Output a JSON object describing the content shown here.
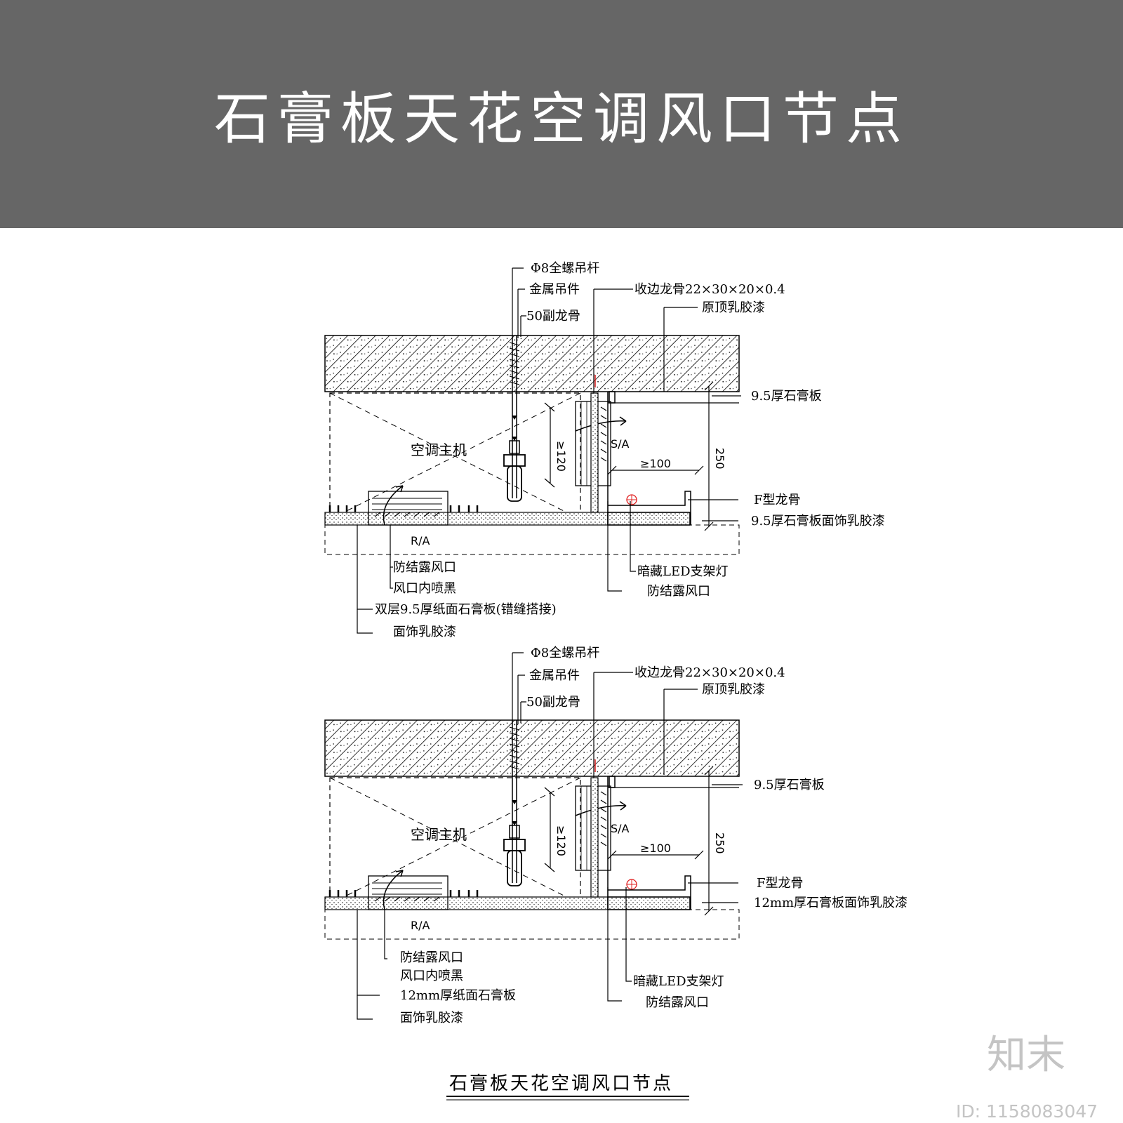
{
  "banner": {
    "title": "石膏板天花空调风口节点"
  },
  "detail_top": {
    "labels": {
      "rod": "Φ8全螺吊杆",
      "hanger": "金属吊件",
      "sub_keel": "50副龙骨",
      "edge_keel": "收边龙骨22×30×20×0.4",
      "orig_paint": "原顶乳胶漆",
      "gypsum_board": "9.5厚石膏板",
      "f_keel": "F型龙骨",
      "board_paint": "9.5厚石膏板面饰乳胶漆",
      "ac_unit": "空调主机",
      "supply": "S/A",
      "return": "R/A",
      "dim_120": "≥120",
      "dim_100": "≥100",
      "dim_250": "250",
      "anti_cond_vent": "防结露风口",
      "vent_black": "风口内喷黑",
      "double_board": "双层9.5厚纸面石膏板(错缝搭接)",
      "face_paint": "面饰乳胶漆",
      "led_light": "暗藏LED支架灯",
      "anti_cond_vent2": "防结露风口"
    }
  },
  "detail_bottom": {
    "labels": {
      "rod": "Φ8全螺吊杆",
      "hanger": "金属吊件",
      "sub_keel": "50副龙骨",
      "edge_keel": "收边龙骨22×30×20×0.4",
      "orig_paint": "原顶乳胶漆",
      "gypsum_board": "9.5厚石膏板",
      "f_keel": "F型龙骨",
      "board_paint": "12mm厚石膏板面饰乳胶漆",
      "ac_unit": "空调主机",
      "supply": "S/A",
      "return": "R/A",
      "dim_120": "≥120",
      "dim_100": "≥100",
      "dim_250": "250",
      "anti_cond_vent": "防结露风口",
      "vent_black": "风口内喷黑",
      "double_board": "12mm厚纸面石膏板",
      "face_paint": "面饰乳胶漆",
      "led_light": "暗藏LED支架灯",
      "anti_cond_vent2": "防结露风口"
    }
  },
  "footer": {
    "caption": "石膏板天花空调风口节点",
    "brand": "知末",
    "id_text": "ID: 1158083047"
  },
  "colors": {
    "banner": "#666666",
    "accent_red": "#e02020"
  }
}
